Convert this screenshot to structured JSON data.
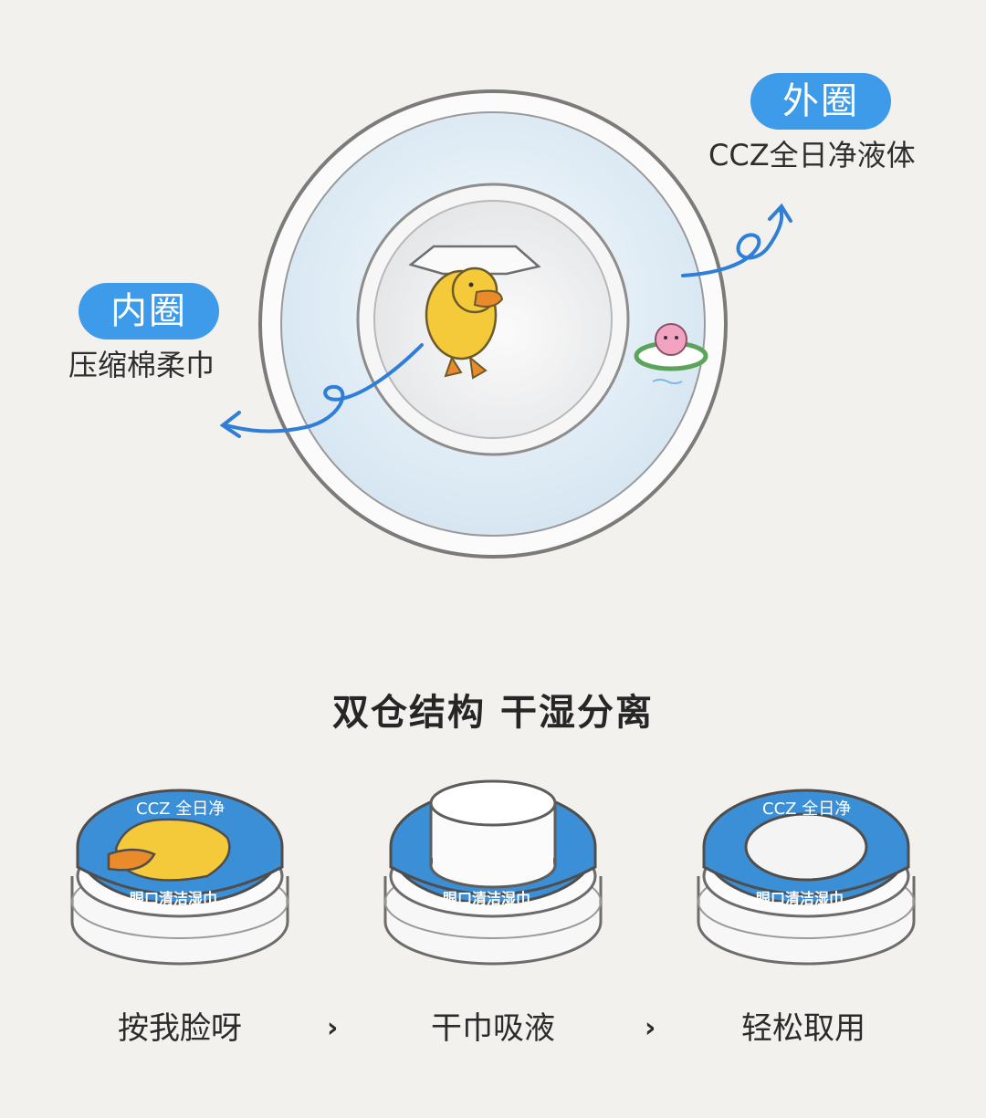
{
  "labels": {
    "outer_tag": "外圈",
    "outer_desc": "CCZ全日净液体",
    "inner_tag": "内圈",
    "inner_desc": "压缩棉柔巾"
  },
  "section_title": "双仓结构 干湿分离",
  "product": {
    "brand": "CCZ 全日净",
    "name": "眼口清洁湿巾"
  },
  "steps": [
    {
      "label": "按我脸呀"
    },
    {
      "label": "干巾吸液"
    },
    {
      "label": "轻松取用"
    }
  ],
  "step_separator": "›",
  "colors": {
    "background": "#f3f1ee",
    "accent": "#3d9be9",
    "container_blue": "#3a8fd6",
    "duck_yellow": "#f4c93a",
    "beak_orange": "#e98a2b"
  }
}
